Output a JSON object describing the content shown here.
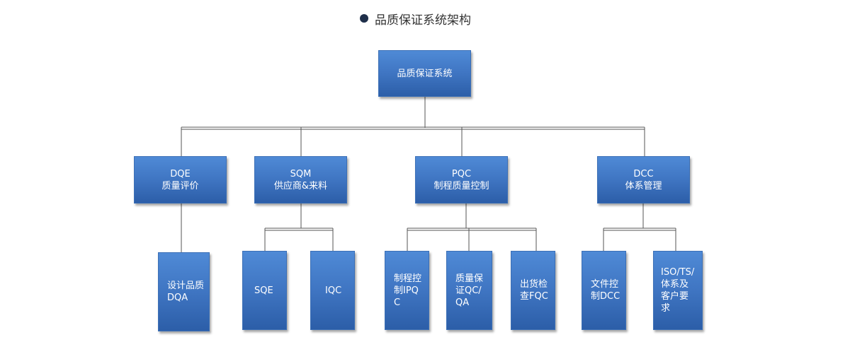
{
  "title": "品质保证系统架构",
  "root": {
    "label": "品质保证系统"
  },
  "level1": [
    {
      "line1": "DQE",
      "line2": "质量评价"
    },
    {
      "line1": "SQM",
      "line2": "供应商&来料"
    },
    {
      "line1": "PQC",
      "line2": "制程质量控制"
    },
    {
      "line1": "DCC",
      "line2": "体系管理"
    }
  ],
  "level2": {
    "dqe": [
      {
        "line1": "设计品质",
        "line2": "DQA"
      }
    ],
    "sqm": [
      {
        "line1": "SQE"
      },
      {
        "line1": "IQC"
      }
    ],
    "pqc": [
      {
        "line1": "制程控",
        "line2": "制IPQC"
      },
      {
        "line1": "质量保",
        "line2": "证QC/",
        "line3": "QA"
      },
      {
        "line1": "出货检",
        "line2": "查FQC"
      }
    ],
    "dcc": [
      {
        "line1": "文件控",
        "line2": "制DCC"
      },
      {
        "line1": "ISO/TS/",
        "line2": "体系及",
        "line3": "客户要",
        "line4": "求"
      }
    ]
  },
  "colors": {
    "box_top": "#4f8ad6",
    "box_bottom": "#2c5ea8",
    "connector": "#555555",
    "title_dot": "#1f2f4a"
  }
}
